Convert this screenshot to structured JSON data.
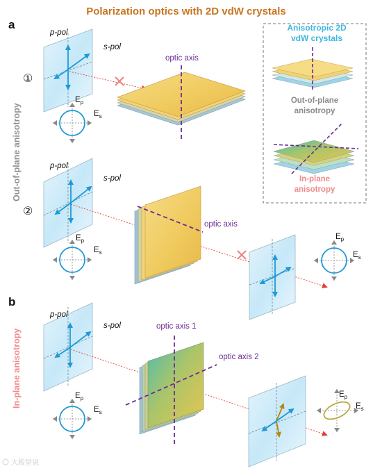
{
  "title": "Polarization optics with 2D vdW crystals",
  "panels": {
    "a": {
      "label": "a",
      "side_label": "Out-of-plane anisotropy",
      "row1": {
        "marker": "①",
        "p_pol": "p-pol",
        "s_pol": "s-pol",
        "optic_axis": "optic axis",
        "ep": "E",
        "ep_sub": "p",
        "es": "E",
        "es_sub": "s"
      },
      "row2": {
        "marker": "②",
        "p_pol": "p-pol",
        "s_pol": "s-pol",
        "optic_axis": "optic axis",
        "ep": "E",
        "ep_sub": "p",
        "es": "E",
        "es_sub": "s",
        "out_ep": "E",
        "out_ep_sub": "p",
        "out_es": "E",
        "out_es_sub": "s"
      }
    },
    "b": {
      "label": "b",
      "side_label": "In-plane anisotropy",
      "p_pol": "p-pol",
      "s_pol": "s-pol",
      "optic_axis_1": "optic axis 1",
      "optic_axis_2": "optic axis 2",
      "ep": "E",
      "ep_sub": "p",
      "es": "E",
      "es_sub": "s",
      "out_ep": "E",
      "out_ep_sub": "p",
      "out_es": "E",
      "out_es_sub": "s"
    }
  },
  "legend": {
    "title_line1": "Anisotropic 2D",
    "title_line2": "vdW crystals",
    "oop_line1": "Out-of-plane",
    "oop_line2": "anisotropy",
    "ip_line1": "In-plane",
    "ip_line2": "anisotropy"
  },
  "watermark": "大殿堂说",
  "colors": {
    "title": "#c8741e",
    "legend_title": "#3fb6e0",
    "in_plane": "#ef8a8a",
    "side_label_gray": "#909090",
    "optic_axis": "#6a2c91",
    "arrow_blue": "#1e9ad6",
    "arrow_gold": "#b8860b",
    "beam": "#e0403a",
    "crystal_yellow": "#f0cd63",
    "cross": "#ef7f7f"
  }
}
